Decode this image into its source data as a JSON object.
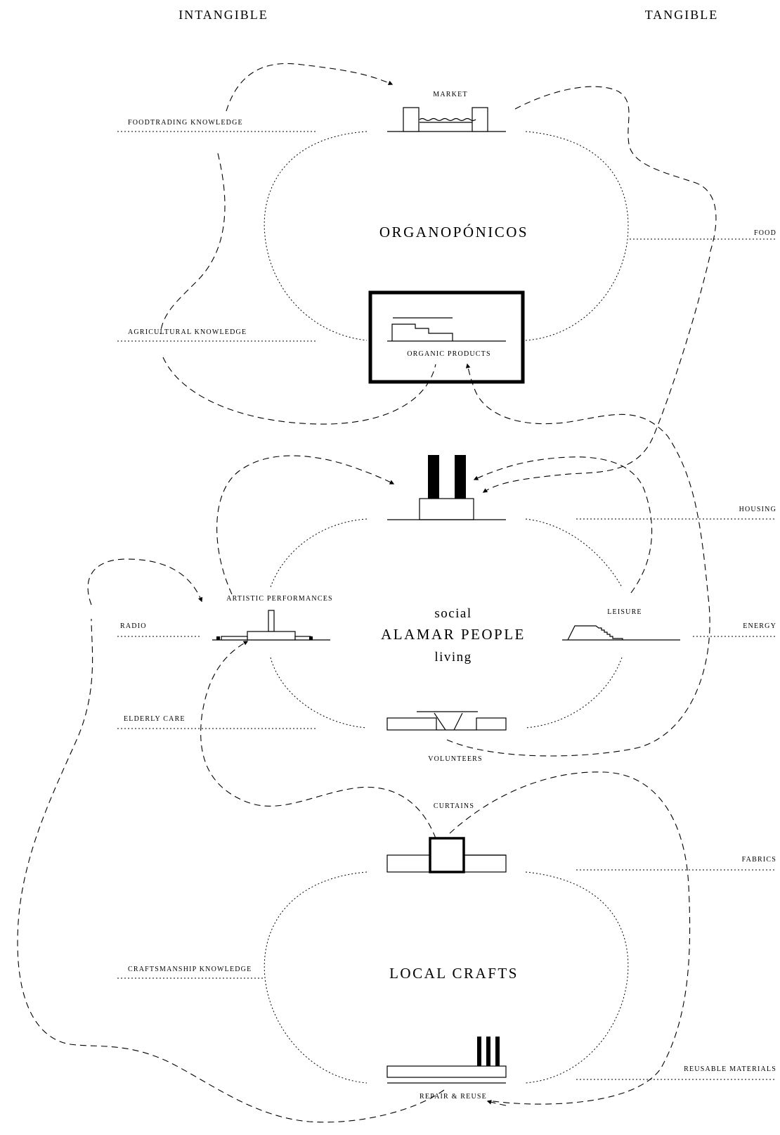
{
  "headers": {
    "left": "INTANGIBLE",
    "right": "TANGIBLE"
  },
  "clusters": {
    "organoponicos": "ORGANOPÓNICOS",
    "alamar": {
      "top": "social",
      "main": "ALAMAR PEOPLE",
      "bottom": "living"
    },
    "crafts": "LOCAL CRAFTS"
  },
  "nodes": {
    "market": "MARKET",
    "organic_products": "ORGANIC PRODUCTS",
    "artistic_performances": "ARTISTIC PERFORMANCES",
    "leisure": "LEISURE",
    "volunteers": "VOLUNTEERS",
    "curtains": "CURTAINS",
    "repair_reuse": "REPAIR & REUSE"
  },
  "left_labels": {
    "foodtrading": "FOODTRADING KNOWLEDGE",
    "agricultural": "AGRICULTURAL KNOWLEDGE",
    "radio": "RADIO",
    "elderly": "ELDERLY CARE",
    "craftsmanship": "CRAFTSMANSHIP KNOWLEDGE"
  },
  "right_labels": {
    "food": "FOOD",
    "housing": "HOUSING",
    "energy": "ENERGY",
    "fabrics": "FABRICS",
    "reusable": "REUSABLE MATERIALS"
  }
}
